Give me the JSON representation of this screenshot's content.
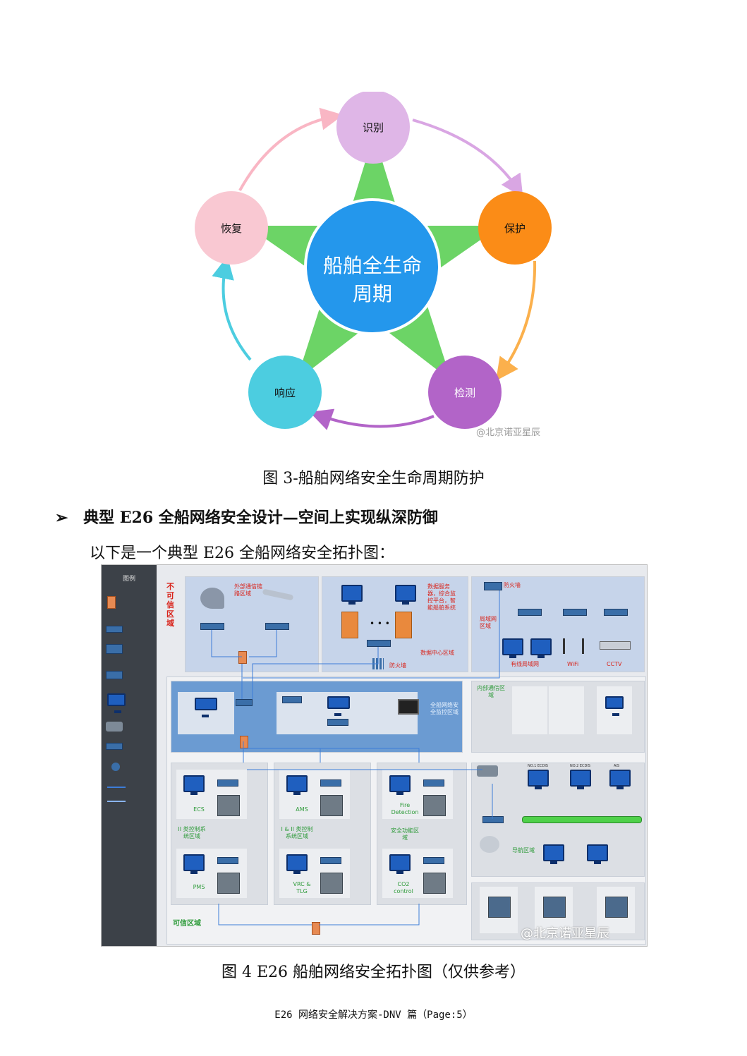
{
  "fig3": {
    "nodes": {
      "top": "识别",
      "right": "保护",
      "bottom_right": "检测",
      "bottom_left": "响应",
      "left": "恢复"
    },
    "center_line1": "船舶全生命",
    "center_line2": "周期",
    "watermark": "@北京诺亚星辰",
    "colors": {
      "identify": "#dfb6e7",
      "protect": "#fb8c17",
      "detect": "#b264c8",
      "respond": "#4ccde0",
      "recover": "#f9c8d2",
      "star": "#6cd466",
      "center": "#2497ec"
    }
  },
  "caption3": "图 3-船舶网络安全生命周期防护",
  "heading": {
    "bullet": "➢",
    "text": "典型 E26 全船网络安全设计—空间上实现纵深防御"
  },
  "intro": "以下是一个典型 E26 全船网络安全拓扑图：",
  "fig4": {
    "legend_title": "图例",
    "untrusted_zone": "不可信区域",
    "external_link": "外部通信链路区域",
    "data_center_desc": "数据服务器，综合监控平台，智能船舶系统",
    "data_center_zone": "数据中心区域",
    "firewall": "防火墙",
    "lan_zone": "局域网区域",
    "wired_lan": "有线局域网",
    "wifi": "WiFi",
    "cctv": "CCTV",
    "cluster_zone": "全船网络安全监控区域",
    "internal_comms": "内部通信区域",
    "ecs": "ECS",
    "ams": "AMS",
    "fire": "Fire Detection",
    "zone_l2": "II 类控制系统区域",
    "zone_l12": "I & II 类控制系统区域",
    "safety_zone": "安全功能区域",
    "pms": "PMS",
    "vrc": "VRC & TLG",
    "co2": "CO2 control",
    "nav_zone": "导航区域",
    "trusted_zone": "可信区域",
    "nd_ecdis": "NO.1 ECDIS",
    "nd_ecdis2": "NO.2 ECDIS",
    "ais": "AIS",
    "watermark": "@北京诺亚星辰"
  },
  "caption4": "图 4  E26 船舶网络安全拓扑图（仅供参考）",
  "footer": "E26 网络安全解决方案-DNV 篇（Page:5）"
}
